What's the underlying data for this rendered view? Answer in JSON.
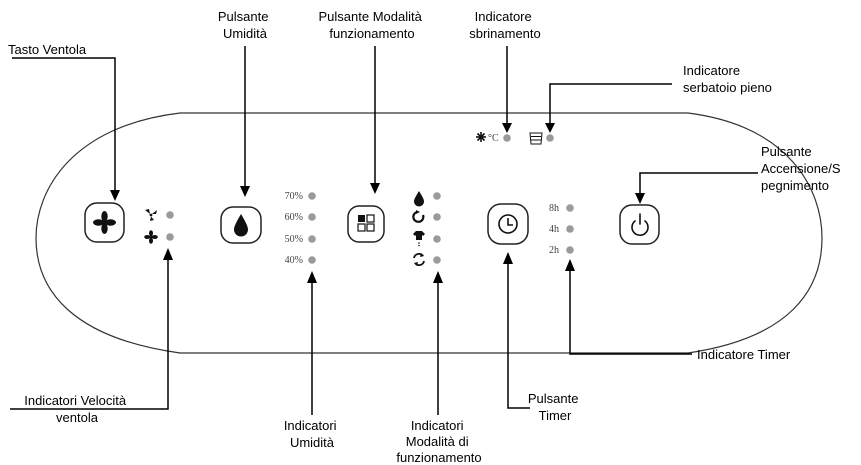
{
  "labels": {
    "tasto_ventola": [
      "Tasto Ventola"
    ],
    "pulsante_umidita": [
      "Pulsante",
      "Umidità"
    ],
    "pulsante_modalita": [
      "Pulsante Modalità",
      "funzionamento"
    ],
    "indicatore_sbrinamento": [
      "Indicatore",
      "sbrinamento"
    ],
    "indicatore_serbatoio": [
      "Indicatore",
      "serbatoio pieno"
    ],
    "pulsante_accensione": [
      "Pulsante",
      "Accensione/S",
      "pegnimento"
    ],
    "indicatore_timer": [
      "Indicatore Timer"
    ],
    "indicatori_velocita": [
      "Indicatori Velocità",
      "ventola"
    ],
    "indicatori_umidita": [
      "Indicatori",
      "Umidità"
    ],
    "indicatori_modalita": [
      "Indicatori",
      "Modalità di",
      "funzionamento"
    ],
    "pulsante_timer": [
      "Pulsante",
      "Timer"
    ]
  },
  "humidity_levels": [
    "70%",
    "60%",
    "50%",
    "40%"
  ],
  "timer_levels": [
    "8h",
    "4h",
    "2h"
  ],
  "defrost_unit": "°C",
  "icons": {
    "fan_button": "fan-icon",
    "humidity_button": "water-drop-icon",
    "mode_button": "mode-grid-icon",
    "timer_button": "clock-icon",
    "power_button": "power-icon",
    "fan_high": "fan-high-icon",
    "fan_low": "fan-low-icon",
    "mode_dehumidify": "water-drop-icon",
    "mode_auto": "auto-icon",
    "mode_laundry": "laundry-icon",
    "mode_continuous": "continuous-icon",
    "defrost": "snowflake-icon",
    "tank": "tank-icon"
  },
  "colors": {
    "led": "#9a9a9a",
    "line": "#000000",
    "panel_stroke": "#333333"
  }
}
